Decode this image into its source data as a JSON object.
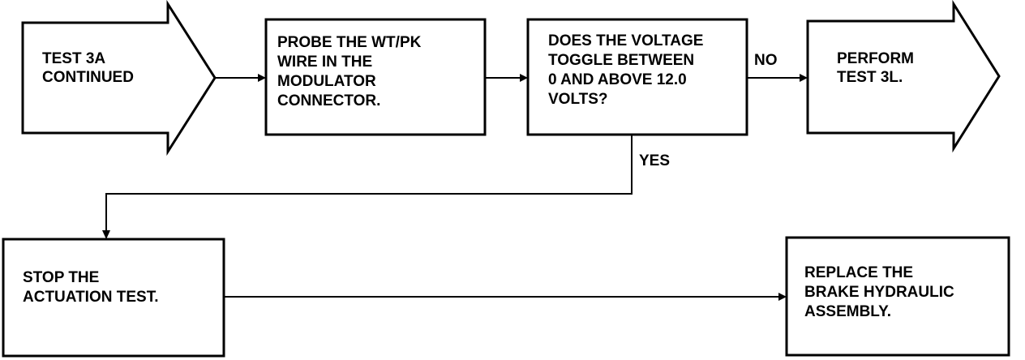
{
  "nodes": {
    "start": {
      "lines": [
        "TEST 3A",
        "CONTINUED"
      ]
    },
    "probe": {
      "lines": [
        "PROBE THE WT/PK",
        "WIRE IN THE",
        "MODULATOR",
        "CONNECTOR."
      ]
    },
    "question": {
      "lines": [
        "DOES THE VOLTAGE",
        "TOGGLE BETWEEN",
        "0 AND ABOVE 12.0",
        "VOLTS?"
      ]
    },
    "perform": {
      "lines": [
        "PERFORM",
        "TEST 3L."
      ]
    },
    "stop": {
      "lines": [
        "STOP THE",
        "ACTUATION TEST."
      ]
    },
    "replace": {
      "lines": [
        "REPLACE THE",
        "BRAKE HYDRAULIC",
        "ASSEMBLY."
      ]
    }
  },
  "edges": {
    "no_label": "NO",
    "yes_label": "YES"
  }
}
